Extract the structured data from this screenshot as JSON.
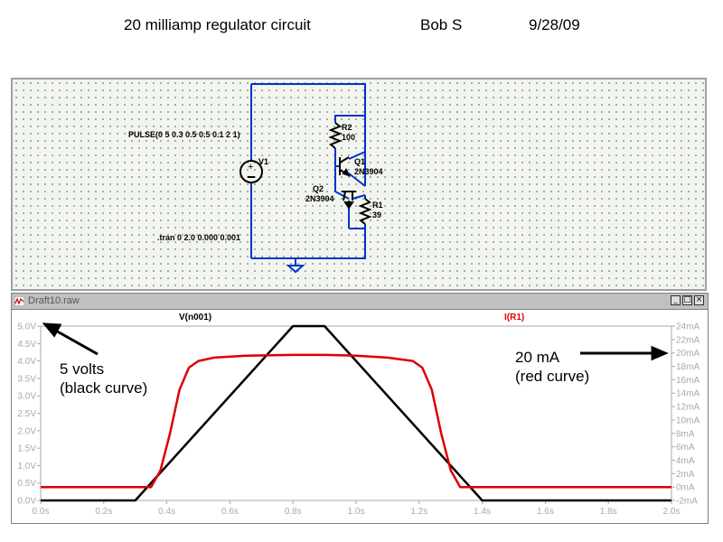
{
  "header": {
    "title": "20 milliamp regulator circuit",
    "author": "Bob S",
    "date": "9/28/09"
  },
  "schematic": {
    "source_spec": "PULSE(0 5 0.3 0.5 0.5 0.1 2 1)",
    "source_name": "V1",
    "tran_directive": ".tran 0 2.0 0.000 0.001",
    "r2_name": "R2",
    "r2_value": "100",
    "q1_name": "Q1",
    "q1_model": "2N3904",
    "q2_name": "Q2",
    "q2_model": "2N3904",
    "r1_name": "R1",
    "r1_value": "39",
    "wire_color": "#0033cc"
  },
  "plot_window": {
    "title": "Draft10.raw",
    "minimize_glyph": "_",
    "maximize_glyph": "□",
    "close_glyph": "×"
  },
  "annotations": {
    "left_line1": "5 volts",
    "left_line2": "(black curve)",
    "right_line1": "20 mA",
    "right_line2": "(red curve)"
  },
  "chart_data": {
    "type": "line",
    "xlim": [
      0.0,
      2.0
    ],
    "ylim_left": [
      0.0,
      5.0
    ],
    "ylim_right": [
      -2,
      24
    ],
    "x_ticks": [
      "0.0s",
      "0.2s",
      "0.4s",
      "0.6s",
      "0.8s",
      "1.0s",
      "1.2s",
      "1.4s",
      "1.6s",
      "1.8s",
      "2.0s"
    ],
    "y_left_ticks": [
      "0.0V",
      "0.5V",
      "1.0V",
      "1.5V",
      "2.0V",
      "2.5V",
      "3.0V",
      "3.5V",
      "4.0V",
      "4.5V",
      "5.0V"
    ],
    "y_right_ticks": [
      "-2mA",
      "0mA",
      "2mA",
      "4mA",
      "6mA",
      "8mA",
      "10mA",
      "12mA",
      "14mA",
      "16mA",
      "18mA",
      "20mA",
      "22mA",
      "24mA"
    ],
    "series": [
      {
        "name": "V(n001)",
        "color": "#000000",
        "axis": "left",
        "x": [
          0.0,
          0.3,
          0.8,
          0.9,
          1.4,
          2.0
        ],
        "y": [
          0.0,
          0.0,
          5.0,
          5.0,
          0.0,
          0.0
        ]
      },
      {
        "name": "I(R1)",
        "color": "#dd0000",
        "axis": "right",
        "x": [
          0.0,
          0.35,
          0.38,
          0.41,
          0.44,
          0.47,
          0.5,
          0.55,
          0.65,
          0.8,
          0.9,
          1.0,
          1.1,
          1.18,
          1.21,
          1.24,
          1.27,
          1.3,
          1.33,
          1.36,
          2.0
        ],
        "y": [
          0.0,
          0.0,
          2.5,
          8.0,
          14.5,
          17.8,
          18.8,
          19.3,
          19.6,
          19.7,
          19.7,
          19.6,
          19.3,
          18.8,
          17.8,
          14.5,
          8.0,
          2.5,
          0.0,
          0.0,
          0.0
        ]
      }
    ]
  }
}
